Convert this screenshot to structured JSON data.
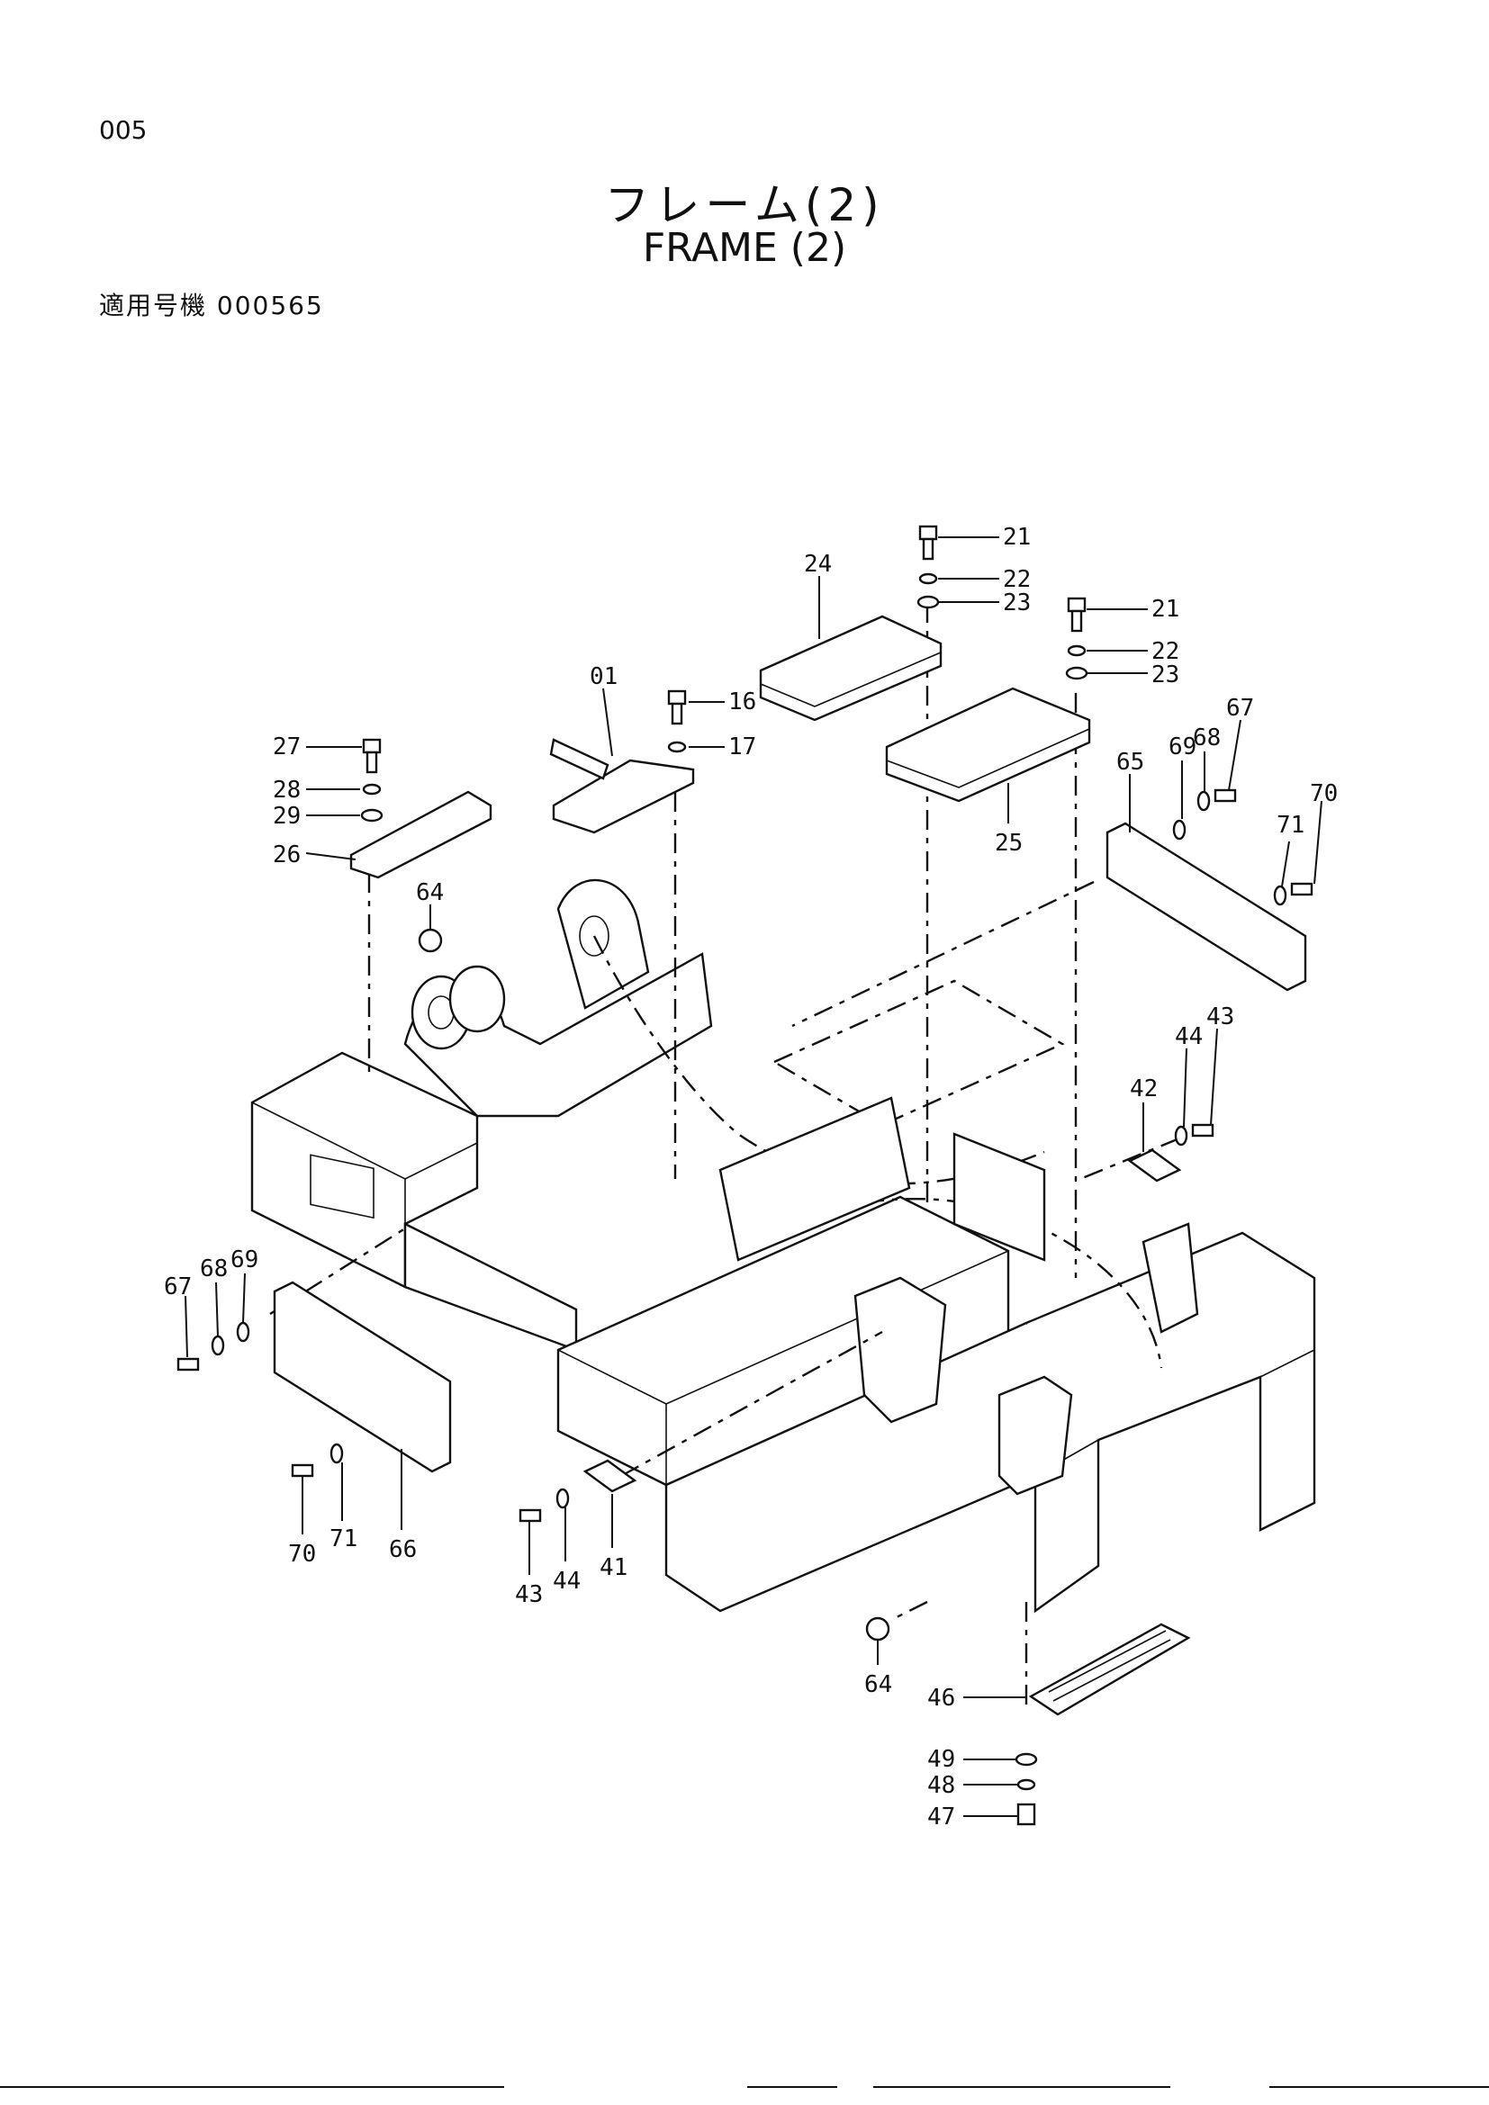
{
  "header": {
    "page_number": "005",
    "title_jp": "フレーム(2)",
    "title_en": "FRAME (2)",
    "applicable": "適用号機 000565"
  },
  "callouts": {
    "c21a": "21",
    "c22a": "22",
    "c23a": "23",
    "c24": "24",
    "c21b": "21",
    "c22b": "22",
    "c23b": "23",
    "c25": "25",
    "c01": "01",
    "c16": "16",
    "c17": "17",
    "c27": "27",
    "c28": "28",
    "c29": "29",
    "c26": "26",
    "c64a": "64",
    "c65": "65",
    "c69a": "69",
    "c68a": "68",
    "c67a": "67",
    "c71a": "71",
    "c70a": "70",
    "c42": "42",
    "c44a": "44",
    "c43a": "43",
    "c67b": "67",
    "c68b": "68",
    "c69b": "69",
    "c70b": "70",
    "c71b": "71",
    "c66": "66",
    "c43b": "43",
    "c44b": "44",
    "c41": "41",
    "c64b": "64",
    "c46": "46",
    "c49": "49",
    "c48": "48",
    "c47": "47"
  }
}
